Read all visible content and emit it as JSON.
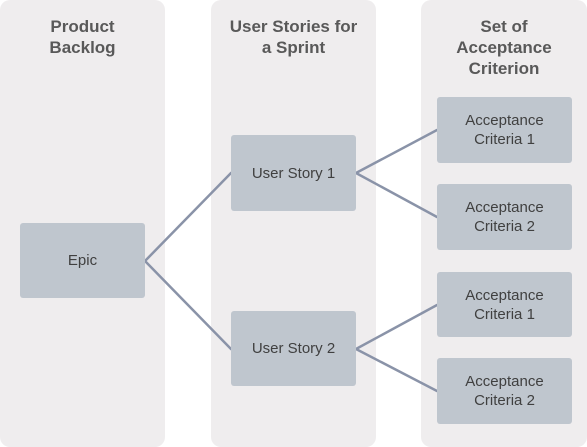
{
  "columns": {
    "backlog": {
      "title": "Product\nBacklog"
    },
    "stories": {
      "title": "User Stories for\na Sprint"
    },
    "criteria": {
      "title": "Set of\nAcceptance\nCriterion"
    }
  },
  "nodes": {
    "epic": "Epic",
    "user_story_1": "User Story 1",
    "user_story_2": "User Story 2",
    "story1_criteria_1": "Acceptance\nCriteria 1",
    "story1_criteria_2": "Acceptance\nCriteria 2",
    "story2_criteria_1": "Acceptance\nCriteria 1",
    "story2_criteria_2": "Acceptance\nCriteria 2"
  },
  "edges": [
    {
      "from": "epic",
      "to": "user_story_1"
    },
    {
      "from": "epic",
      "to": "user_story_2"
    },
    {
      "from": "user_story_1",
      "to": "story1_criteria_1"
    },
    {
      "from": "user_story_1",
      "to": "story1_criteria_2"
    },
    {
      "from": "user_story_2",
      "to": "story2_criteria_1"
    },
    {
      "from": "user_story_2",
      "to": "story2_criteria_2"
    }
  ],
  "colors": {
    "column_background": "#efedee",
    "node_fill": "#bfc6ce",
    "connector": "#8a93a8",
    "text": "#595959"
  }
}
